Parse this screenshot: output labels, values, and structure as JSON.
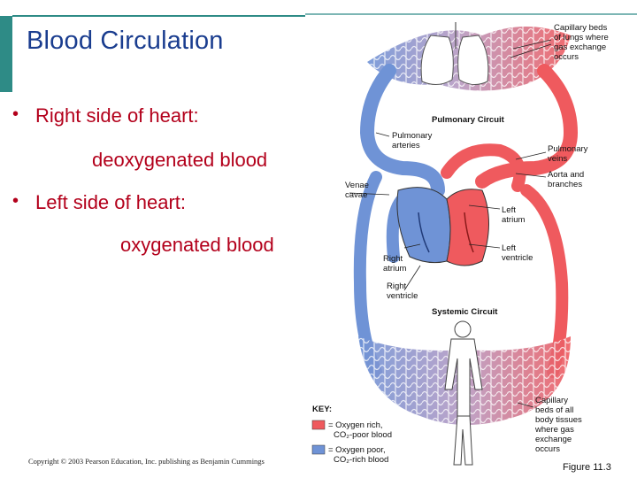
{
  "slide": {
    "title": "Blood Circulation",
    "bullets": [
      {
        "marker": "•",
        "text": "Right side of heart:",
        "detail": "deoxygenated blood"
      },
      {
        "marker": "•",
        "text": "Left side of heart:",
        "detail": "oxygenated blood"
      }
    ],
    "copyright": "Copyright © 2003 Pearson Education, Inc. publishing as Benjamin Cummings",
    "figure": "Figure 11.3"
  },
  "diagram": {
    "labels": {
      "capillary_lungs": [
        "Capillary beds",
        "of lungs where",
        "gas exchange",
        "occurs"
      ],
      "pulmonary_circuit": "Pulmonary Circuit",
      "pulmonary_arteries": [
        "Pulmonary",
        "arteries"
      ],
      "pulmonary_veins": [
        "Pulmonary",
        "veins"
      ],
      "aorta": [
        "Aorta and",
        "branches"
      ],
      "venae_cavae": [
        "Venae",
        "cavae"
      ],
      "left_atrium": [
        "Left",
        "atrium"
      ],
      "left_ventricle": [
        "Left",
        "ventricle"
      ],
      "right_atrium": [
        "Right",
        "atrium"
      ],
      "right_ventricle": [
        "Right",
        "ventricle"
      ],
      "systemic_circuit": "Systemic Circuit",
      "capillary_body": [
        "Capillary",
        "beds of all",
        "body tissues",
        "where gas",
        "exchange",
        "occurs"
      ]
    },
    "key": {
      "title": "KEY:",
      "oxygen_rich": [
        "= Oxygen rich,",
        "CO₂-poor blood"
      ],
      "oxygen_poor": [
        "= Oxygen poor,",
        "CO₂-rich blood"
      ]
    },
    "colors": {
      "oxygen_rich": "#ef5a5e",
      "oxygen_poor": "#6f93d6",
      "title": "#1a3d8f",
      "bullet": "#b3001b",
      "accent_teal": "#2e8b86"
    }
  }
}
